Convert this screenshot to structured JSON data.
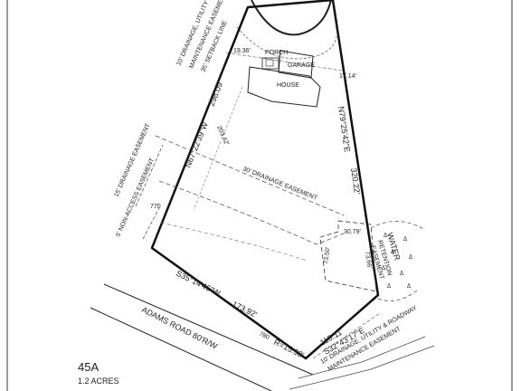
{
  "lot": {
    "number": "45A",
    "area": "1.2 ACRES"
  },
  "road": {
    "name": "ADAMS ROAD 80'R/W"
  },
  "bearings": {
    "northwest": "N67°22'39\"W",
    "northeast": "N79°25'42\"E",
    "south": "S35°14'46\"W",
    "southeast": "S32°43'17\"E"
  },
  "distances": {
    "northwest": "298.09'",
    "northeast": "320.22'",
    "south": "173.92'",
    "south_curve": "R=15.98'",
    "southeast": "110.11'",
    "setback_west": "19.36'",
    "setback_east": "17.14'",
    "interior": "203.42'",
    "drain_vertex": "770",
    "south_tick": "780",
    "retention_top": "30.79'",
    "retention_left": "73.50'",
    "retention_right": "73.66'"
  },
  "labels": {
    "drainage_utility_top": "10' DRAINAGE, UTILITY &",
    "maintenance_top": "MAINTENANCE EASEMENT",
    "setback_line": "35' SETBACK LINE",
    "porch": "PORCH",
    "garage": "GARAGE",
    "house": "HOUSE",
    "drainage_15": "15' DRAINAGE EASEMENT",
    "non_access": "5' NON-ACCESS EASEMENT",
    "drainage_30": "30' DRAINAGE EASEMENT",
    "retention_1": "RETENTION",
    "retention_2": "EASEMENT",
    "water": "WATER",
    "drainage_bottom_1": "10' DRAINAGE, UTILITY & ROADWAY",
    "drainage_bottom_2": "MAINTENANCE EASEMENT"
  }
}
